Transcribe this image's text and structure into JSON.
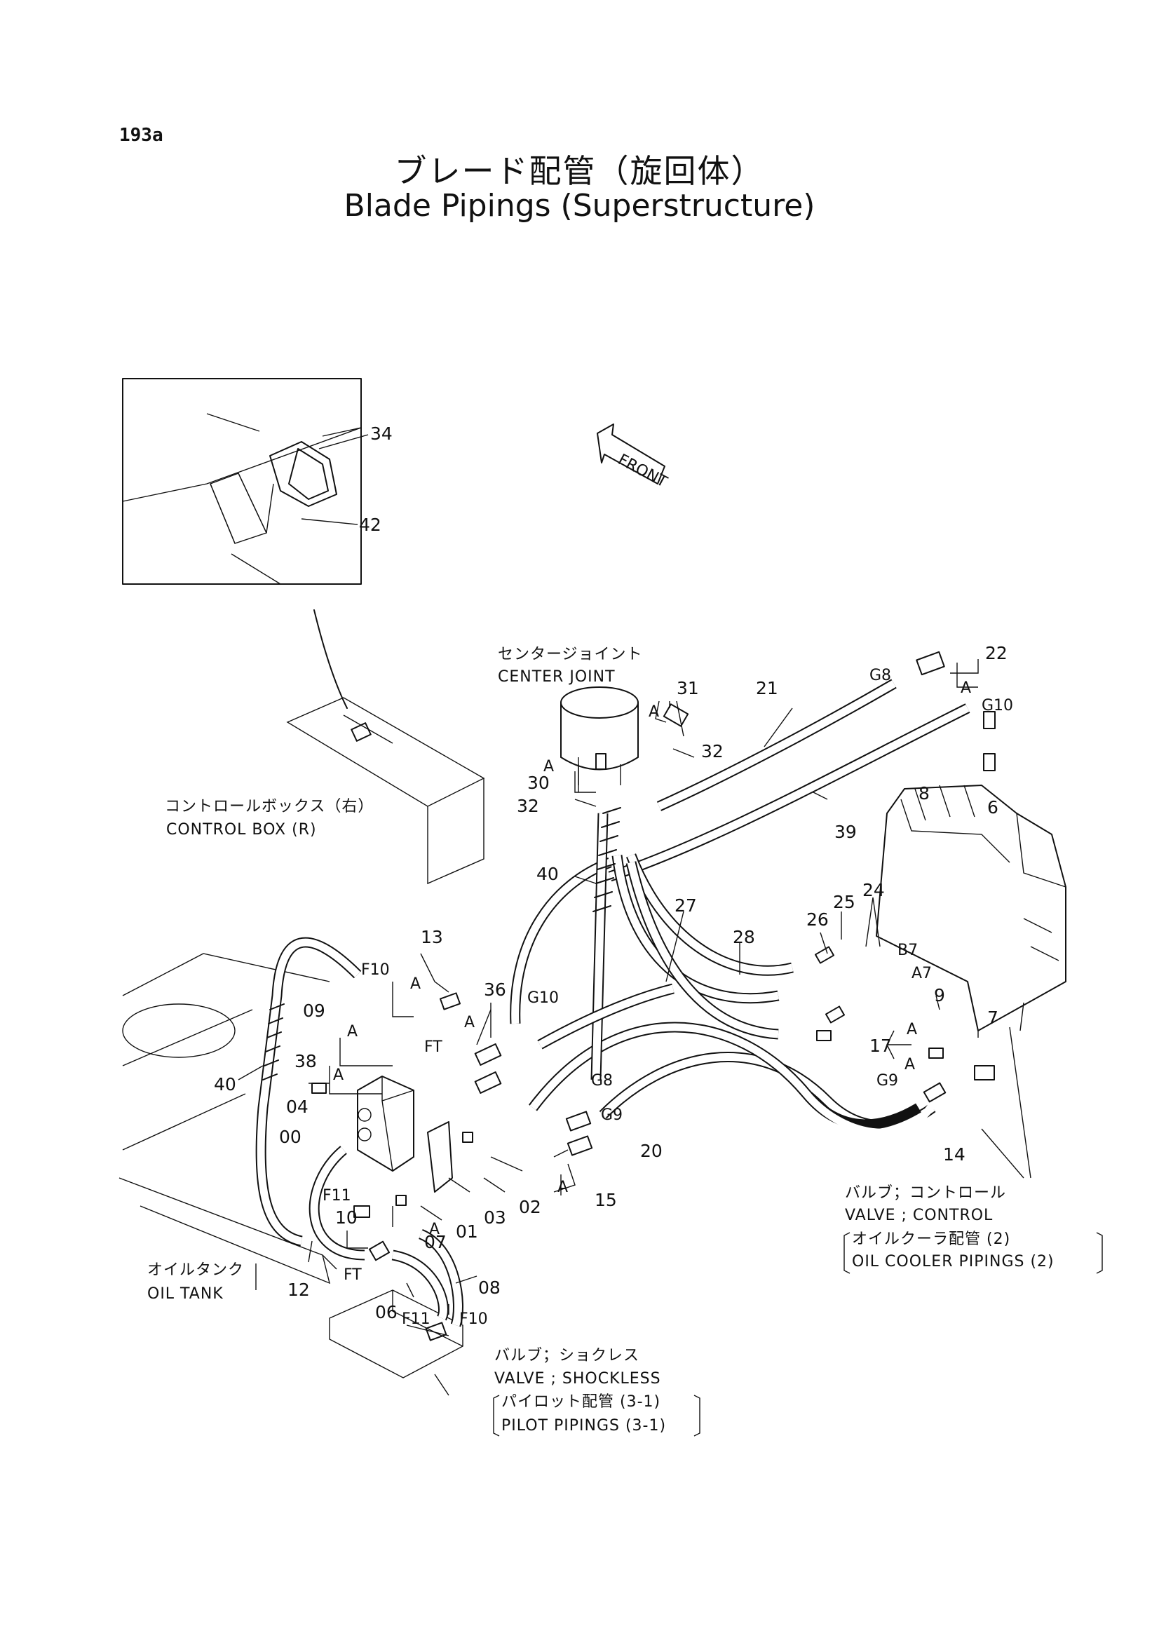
{
  "page_number": "193a",
  "title_ja": "ブレード配管（旋回体）",
  "title_en": "Blade Pipings (Superstructure)",
  "front_label": "FRONT",
  "captions": {
    "center_joint_ja": "センタージョイント",
    "center_joint_en": "CENTER JOINT",
    "control_box_ja": "コントロールボックス（右）",
    "control_box_en": "CONTROL BOX (R)",
    "oil_tank_ja": "オイルタンク",
    "oil_tank_en": "OIL TANK",
    "valve_control_ja": "バルブ；コントロール",
    "valve_control_en": "VALVE ; CONTROL",
    "oil_cooler_ja": "オイルクーラ配管 (2)",
    "oil_cooler_en": "OIL COOLER PIPINGS (2)",
    "valve_shockless_ja": "バルブ；ショクレス",
    "valve_shockless_en": "VALVE ; SHOCKLESS",
    "pilot_ja": "パイロット配管 (3-1)",
    "pilot_en": "PILOT PIPINGS (3-1)"
  },
  "part_labels": {
    "p34": "34",
    "p42": "42",
    "p22": "22",
    "p21": "21",
    "p31": "31",
    "p32a": "32",
    "p30": "30",
    "p32b": "32",
    "p39": "39",
    "p40a": "40",
    "p27": "27",
    "p28": "28",
    "p26": "26",
    "p25": "25",
    "p24": "24",
    "p13": "13",
    "p36": "36",
    "p38": "38",
    "p40b": "40",
    "p04": "04",
    "p00": "00",
    "p09": "09",
    "p01": "01",
    "p02": "02",
    "p03": "03",
    "p07": "07",
    "p10": "10",
    "p12": "12",
    "p06": "06",
    "p08": "08",
    "p20": "20",
    "p15": "15",
    "p14": "14",
    "p17": "17",
    "p9": "9",
    "p8": "8",
    "p6": "6",
    "p7": "7"
  },
  "port_labels": {
    "g8a": "G8",
    "g10a": "G10",
    "g10b": "G10",
    "g8b": "G8",
    "g9a": "G9",
    "g9b": "G9",
    "b7": "B7",
    "a7": "A7",
    "f10a": "F10",
    "ft1": "FT",
    "f11a": "F11",
    "ft2": "FT",
    "f11b": "F11",
    "f10b": "F10"
  },
  "a_marks": [
    "A",
    "A",
    "A",
    "A",
    "A",
    "A",
    "A",
    "A",
    "A",
    "A",
    "A"
  ]
}
